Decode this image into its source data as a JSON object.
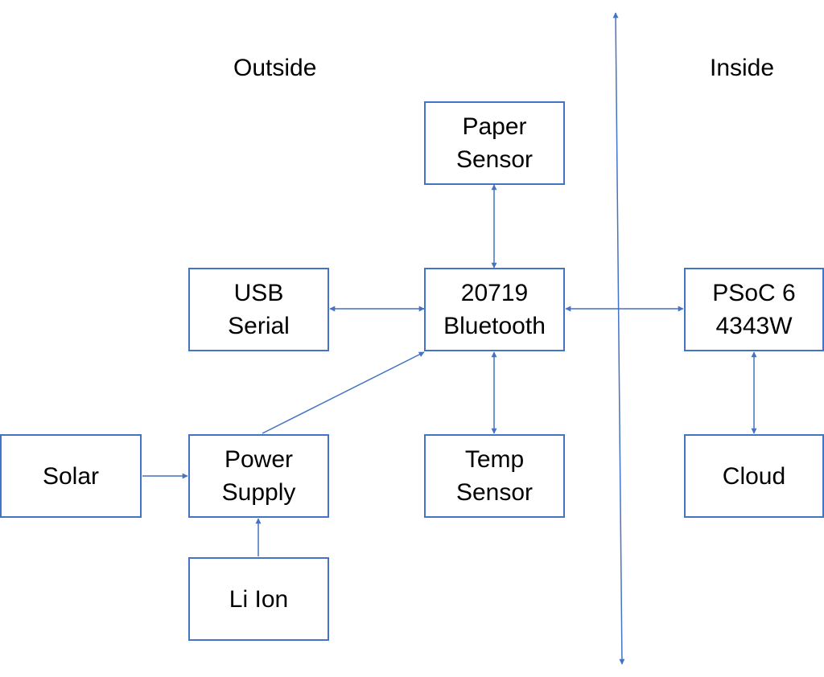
{
  "colors": {
    "line": "#4472c4",
    "box_border": "#4472c4",
    "text": "#000000",
    "background": "#ffffff"
  },
  "regions": {
    "outside": "Outside",
    "inside": "Inside"
  },
  "nodes": {
    "paper_sensor": "Paper\nSensor",
    "usb_serial": "USB\nSerial",
    "bluetooth": "20719\nBluetooth",
    "psoc": "PSoC 6\n4343W",
    "solar": "Solar",
    "power_supply": "Power\nSupply",
    "temp_sensor": "Temp\nSensor",
    "cloud": "Cloud",
    "li_ion": "Li Ion"
  },
  "connections": [
    {
      "from": "paper_sensor",
      "to": "bluetooth",
      "arrows": "both"
    },
    {
      "from": "usb_serial",
      "to": "bluetooth",
      "arrows": "both"
    },
    {
      "from": "bluetooth",
      "to": "psoc",
      "arrows": "both"
    },
    {
      "from": "bluetooth",
      "to": "temp_sensor",
      "arrows": "both"
    },
    {
      "from": "psoc",
      "to": "cloud",
      "arrows": "both"
    },
    {
      "from": "solar",
      "to": "power_supply",
      "arrows": "end"
    },
    {
      "from": "li_ion",
      "to": "power_supply",
      "arrows": "end"
    },
    {
      "from": "power_supply",
      "to": "bluetooth",
      "arrows": "end"
    }
  ],
  "divider": {
    "arrows": "both"
  }
}
